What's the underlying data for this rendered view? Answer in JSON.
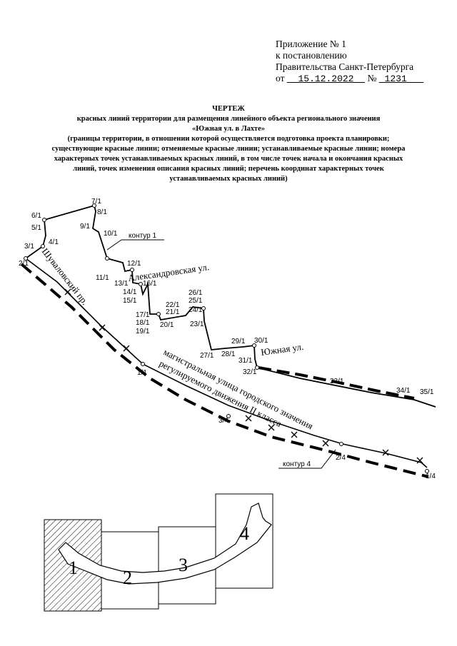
{
  "appendix": {
    "line1": "Приложение № 1",
    "line2": "к постановлению",
    "line3": "Правительства Санкт-Петербурга",
    "date_prefix": "от",
    "date": "15.12.2022",
    "num_prefix": "№",
    "number": "1231"
  },
  "heading": {
    "title": "ЧЕРТЕЖ",
    "line1": "красных линий территории для размещения линейного объекта регионального значения",
    "line2": "«Южная ул. в Лахте»",
    "line3": "(границы территории, в отношении которой осуществляется подготовка проекта планировки;",
    "line4": "существующие красные линии; отменяемые красные линии; устанавливаемые красные линии; номера",
    "line5": "характерных точек устанавливаемых красных линий, в том числе точек начала и окончания красных",
    "line6": "линий, точек изменения описания красных линий; перечень координат характерных точек",
    "line7": "устанавливаемых красных линий)"
  },
  "streets": {
    "shuvalovsky": "Шуваловский пр.",
    "aleksandrovskaya": "Александровская ул.",
    "yuzhnaya": "Южная ул.",
    "magistral1": "магистральная улица городского значения",
    "magistral2": "регулируемого движения II класса"
  },
  "contours": {
    "contour1": "контур 1",
    "contour4": "контур 4"
  },
  "points": [
    "2/1",
    "3/1",
    "4/1",
    "5/1",
    "6/1",
    "7/1",
    "8/1",
    "9/1",
    "10/1",
    "11/1",
    "12/1",
    "13/1",
    "14/1",
    "15/1",
    "16/1",
    "17/1",
    "18/1",
    "19/1",
    "20/1",
    "21/1",
    "22/1",
    "23/1",
    "24/1",
    "25/1",
    "26/1",
    "27/1",
    "28/1",
    "29/1",
    "30/1",
    "31/1",
    "32/1",
    "33/1",
    "34/1",
    "35/1",
    "1/1",
    "3/4",
    "2/4",
    "1/4"
  ],
  "keymap": {
    "sheets": [
      "1",
      "2",
      "3",
      "4"
    ]
  }
}
